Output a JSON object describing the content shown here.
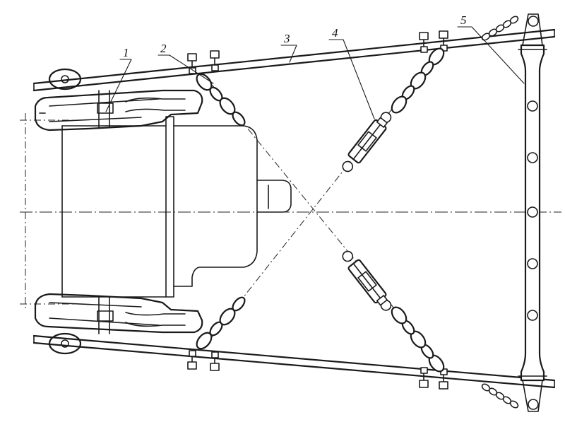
{
  "callouts": [
    {
      "id": "1",
      "text": "1"
    },
    {
      "id": "2",
      "text": "2"
    },
    {
      "id": "3",
      "text": "3"
    },
    {
      "id": "4",
      "text": "4"
    },
    {
      "id": "5",
      "text": "5"
    }
  ],
  "parts": {
    "frame_hinge": "frame-hinge-clevis",
    "lower_links": "lower-link-bars",
    "cross_chains": "crossed-chains",
    "turnbuckles": "turnbuckles",
    "drawbar": "rear-drawbar"
  }
}
